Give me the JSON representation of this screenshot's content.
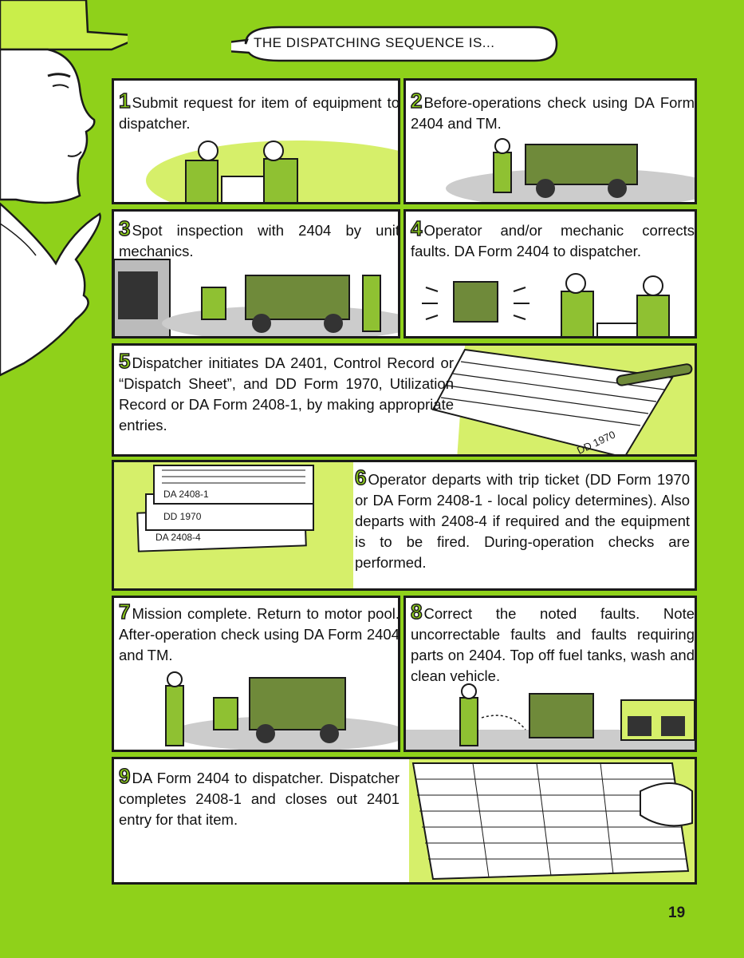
{
  "header": {
    "bubble_text": "THE DISPATCHING SEQUENCE IS..."
  },
  "steps": [
    {
      "number": "1",
      "text": "Submit request for item of equipment to dispatcher."
    },
    {
      "number": "2",
      "text": "Before-operations check using DA Form 2404 and TM."
    },
    {
      "number": "3",
      "text": "Spot inspection with 2404 by unit mechanics."
    },
    {
      "number": "4",
      "text": "Operator and/or mechanic corrects faults. DA Form 2404 to dispatcher."
    },
    {
      "number": "5",
      "text": "Dispatcher initiates DA 2401, Control Record or “Dispatch Sheet”, and DD Form 1970, Utilization Record or DA Form 2408-1, by making appropriate entries."
    },
    {
      "number": "6",
      "text": "Operator departs with trip ticket (DD Form 1970 or DA Form 2408-1 - local policy determines). Also departs with 2408-4 if required and the equipment is to be fired. During-operation checks are performed."
    },
    {
      "number": "7",
      "text": "Mission complete. Return to motor pool. After-operation check using DA Form 2404 and TM."
    },
    {
      "number": "8",
      "text": "Correct the noted faults. Note uncorrectable faults and faults requiring parts on 2404. Top off fuel tanks, wash and clean vehicle."
    },
    {
      "number": "9",
      "text": "DA Form 2404 to dispatcher. Dispatcher completes 2408-1 and closes out 2401 entry for that item."
    }
  ],
  "form_labels": {
    "panel5_form": "DD 1970",
    "panel6_form_a": "DA 2408-1",
    "panel6_form_b": "DD 1970",
    "panel6_form_c": "DA 2408-4"
  },
  "page_number": "19",
  "colors": {
    "background": "#8fd11a",
    "highlight": "#d6ef6a",
    "ink": "#1a1a1a"
  }
}
